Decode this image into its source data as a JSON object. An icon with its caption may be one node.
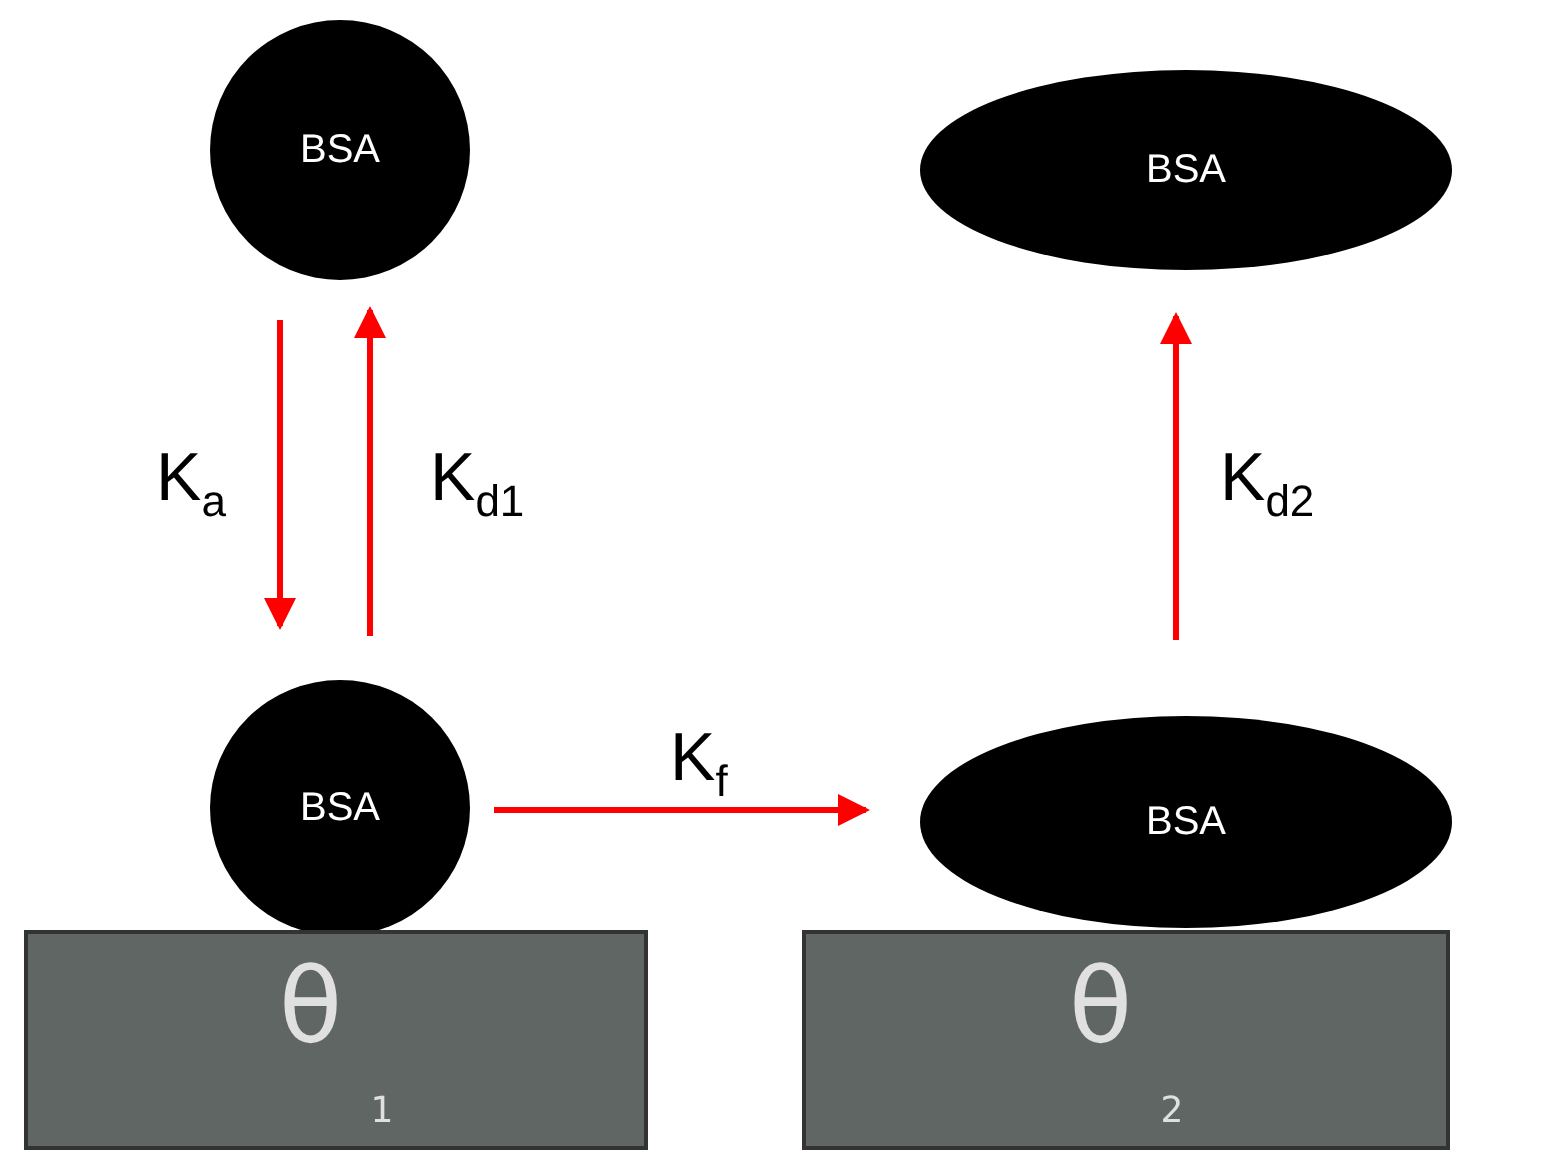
{
  "diagram": {
    "nodes": [
      {
        "text": [
          "BSA"
        ]
      },
      {
        "text": [
          "BSA"
        ]
      },
      {
        "text": [
          "BSA"
        ]
      },
      {
        "text": [
          "BSA"
        ]
      },
      {
        "text": [
          "θ$_{1}$"
        ]
      },
      {
        "text": [
          "θ$_{2}$"
        ]
      }
    ],
    "edges": [
      {
        "from": 0,
        "to": 2,
        "arrow": "to",
        "label": "K$_{a}$"
      },
      {
        "from": 2,
        "to": 0,
        "arrow": "to",
        "label": "K$_{d1}$"
      },
      {
        "from": 2,
        "to": 3,
        "arrow": "to",
        "label": "K$_{f}$"
      },
      {
        "from": 3,
        "to": 1,
        "arrow": "to",
        "label": "K$_{d2}$"
      }
    ]
  }
}
